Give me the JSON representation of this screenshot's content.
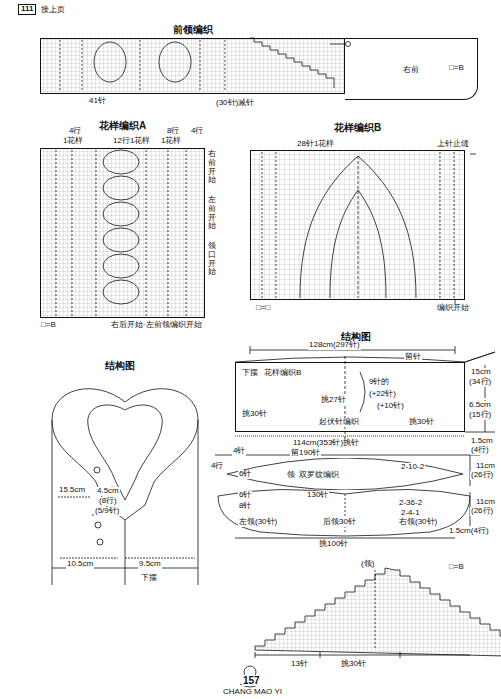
{
  "diagram": {
    "nodes": [
      {
        "text": [
          "前领编织"
        ]
      },
      {
        "text": [
          "右前"
        ]
      },
      {
        "text": [
          "花样编织A"
        ]
      },
      {
        "text": [
          "花样编织B"
        ]
      },
      {
        "text": [
          "下摆",
          "花样编织B"
        ]
      },
      {
        "text": [
          "领",
          "双罗纹编织"
        ]
      }
    ],
    "labels": [
      "111",
      "接上页",
      "□=B",
      "41针",
      "(30针)减针",
      "4行",
      "1花样",
      "12行1花样",
      "8行",
      "1花样",
      "4行",
      "右前开始",
      "左前开始",
      "领口开始",
      "右后开始·左前领编织开始",
      "□=B",
      "28针1花样",
      "上针止缝",
      "编织开始",
      "□=□",
      "结构图",
      "128cm(297针)",
      "留针",
      "15cm",
      "(34行)",
      "6.5cm",
      "(15行)",
      "9针的",
      "(+22针)",
      "(+10针)",
      "挑27针",
      "挑30针",
      "起伏针编织",
      "挑30针",
      "114cm(353针)挑针",
      "留190针",
      "4针",
      "4行",
      "6针",
      "2-10-2",
      "1.5cm",
      "(4行)",
      "11cm",
      "(26行)",
      "130针",
      "6针",
      "8针",
      "2-36-2",
      "2-4-1",
      "11cm",
      "(26行)",
      "1.5cm(4行)",
      "左领(30针)",
      "后领30针",
      "右领(30针)",
      "挑100针",
      "结构图",
      "15.5cm",
      "4.5cm",
      "(8行)",
      "(5/9针)",
      "10.5cm",
      "9.5cm",
      "下摆",
      "□=B",
      "(领)",
      "13针",
      "挑30针",
      "157",
      "CHANG MAO YI"
    ]
  }
}
